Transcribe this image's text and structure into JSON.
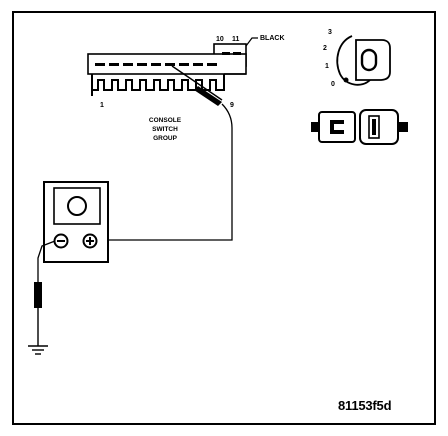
{
  "labels": {
    "pin_10": "10",
    "pin_11": "11",
    "black": "BLACK",
    "pin_1": "1",
    "pin_9": "9",
    "console_line1": "CONSOLE",
    "console_line2": "SWITCH",
    "console_line3": "GROUP",
    "key_pos_3": "3",
    "key_pos_2": "2",
    "key_pos_1": "1",
    "key_pos_0": "0",
    "figure_code": "81153f5d"
  },
  "meter": {
    "minus_symbol": "⊖",
    "plus_symbol": "⊕"
  },
  "colors": {
    "line": "#000000",
    "background": "#ffffff"
  }
}
